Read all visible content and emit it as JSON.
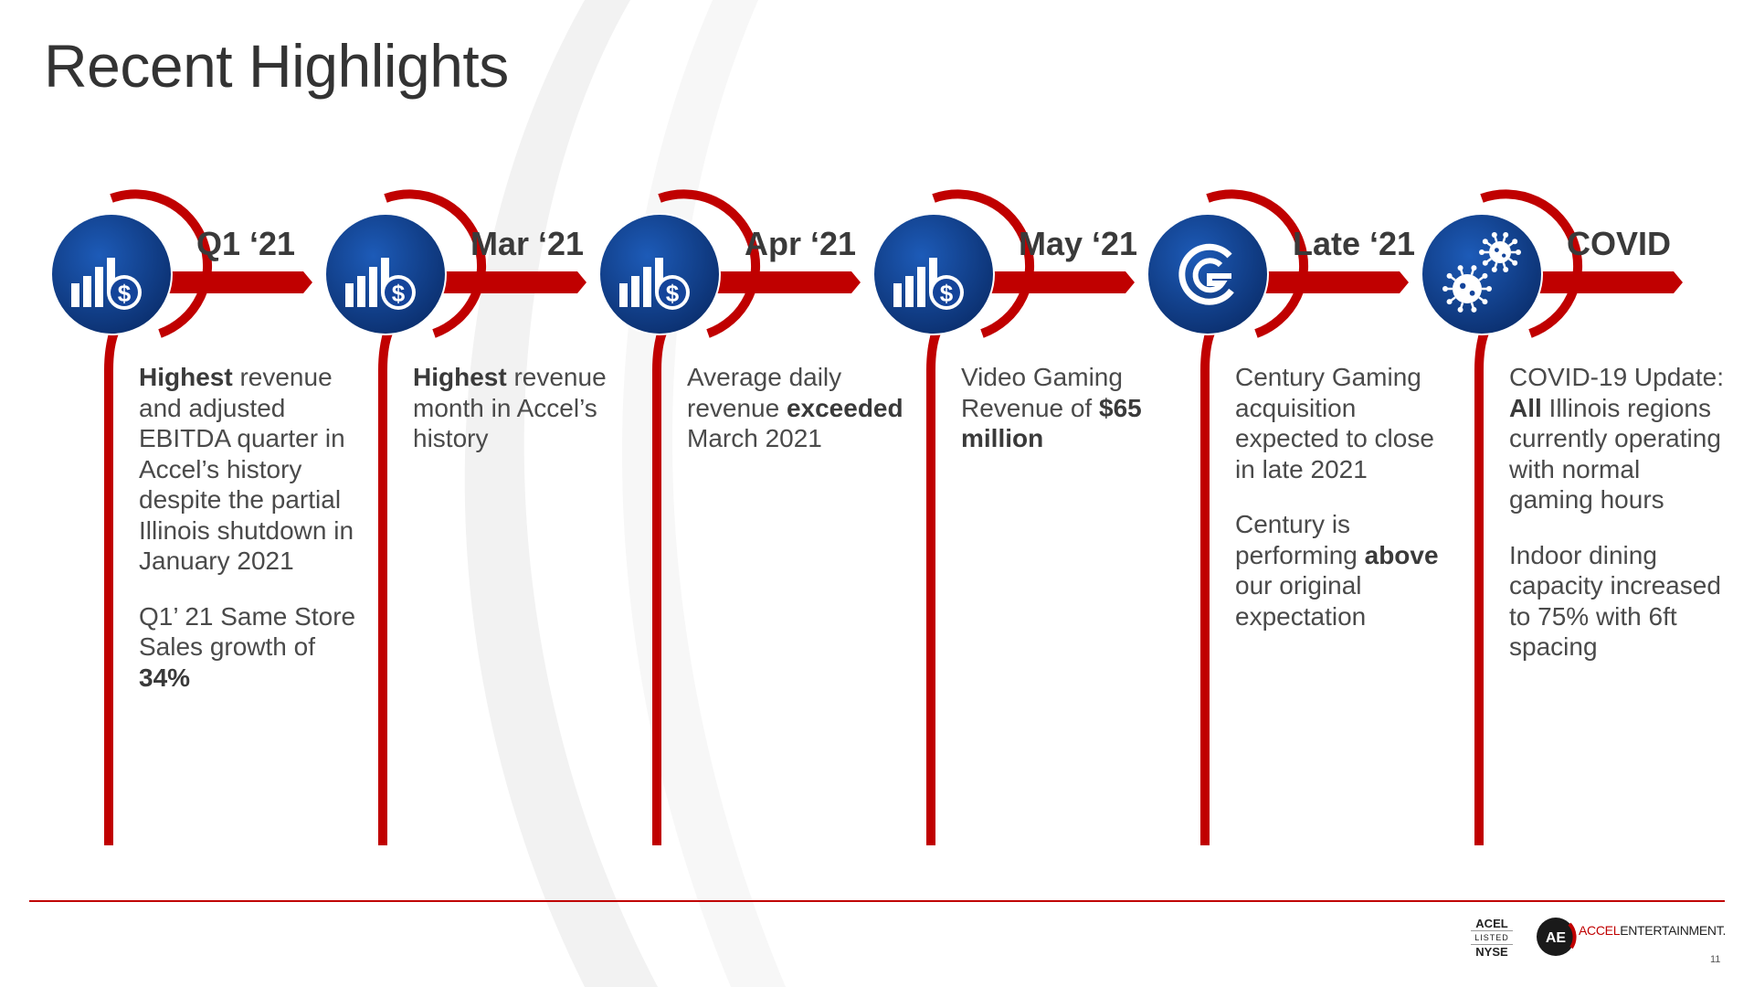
{
  "slide": {
    "title": "Recent Highlights",
    "page_number": "11"
  },
  "colors": {
    "accent_red": "#c00000",
    "icon_blue_dark": "#0b2f6e",
    "icon_blue_light": "#1d5bb8",
    "text": "#333333"
  },
  "milestones": [
    {
      "title": "Q1 ‘21",
      "icon": "revenue-chart-dollar-icon",
      "paragraphs": [
        [
          {
            "t": "Highest",
            "b": true
          },
          {
            "t": " revenue and adjusted EBITDA quarter in Accel’s history despite the partial Illinois shutdown in January 2021",
            "b": false
          }
        ],
        [
          {
            "t": "Q1’ 21 Same Store Sales growth of ",
            "b": false
          },
          {
            "t": "34%",
            "b": true
          }
        ]
      ]
    },
    {
      "title": "Mar ‘21",
      "icon": "revenue-chart-dollar-icon",
      "paragraphs": [
        [
          {
            "t": "Highest",
            "b": true
          },
          {
            "t": " revenue month in Accel’s history",
            "b": false
          }
        ]
      ]
    },
    {
      "title": "Apr ‘21",
      "icon": "revenue-chart-dollar-icon",
      "paragraphs": [
        [
          {
            "t": "Average daily revenue ",
            "b": false
          },
          {
            "t": "exceeded",
            "b": true
          },
          {
            "t": " March 2021",
            "b": false
          }
        ]
      ]
    },
    {
      "title": "May ‘21",
      "icon": "revenue-chart-dollar-icon",
      "paragraphs": [
        [
          {
            "t": "Video Gaming Revenue of ",
            "b": false
          },
          {
            "t": "$65 million",
            "b": true
          }
        ]
      ]
    },
    {
      "title": "Late ‘21",
      "icon": "century-gaming-logo-icon",
      "paragraphs": [
        [
          {
            "t": "Century Gaming acquisition expected to close in late 2021",
            "b": false
          }
        ],
        [
          {
            "t": "Century is performing ",
            "b": false
          },
          {
            "t": "above",
            "b": true
          },
          {
            "t": " our original expectation",
            "b": false
          }
        ]
      ]
    },
    {
      "title": "COVID",
      "icon": "virus-icon",
      "paragraphs": [
        [
          {
            "t": "COVID-19 Update: ",
            "b": false
          },
          {
            "t": "All",
            "b": true
          },
          {
            "t": " Illinois regions currently operating with normal gaming hours",
            "b": false
          }
        ],
        [
          {
            "t": "Indoor dining capacity increased to 75% with 6ft spacing",
            "b": false
          }
        ]
      ]
    }
  ],
  "footer": {
    "ticker": "ACEL",
    "listed": "LISTED",
    "exchange": "NYSE",
    "logo_text": "AE",
    "brand_accel": "ACCEL",
    "brand_entertainment": "ENTERTAINMENT."
  }
}
